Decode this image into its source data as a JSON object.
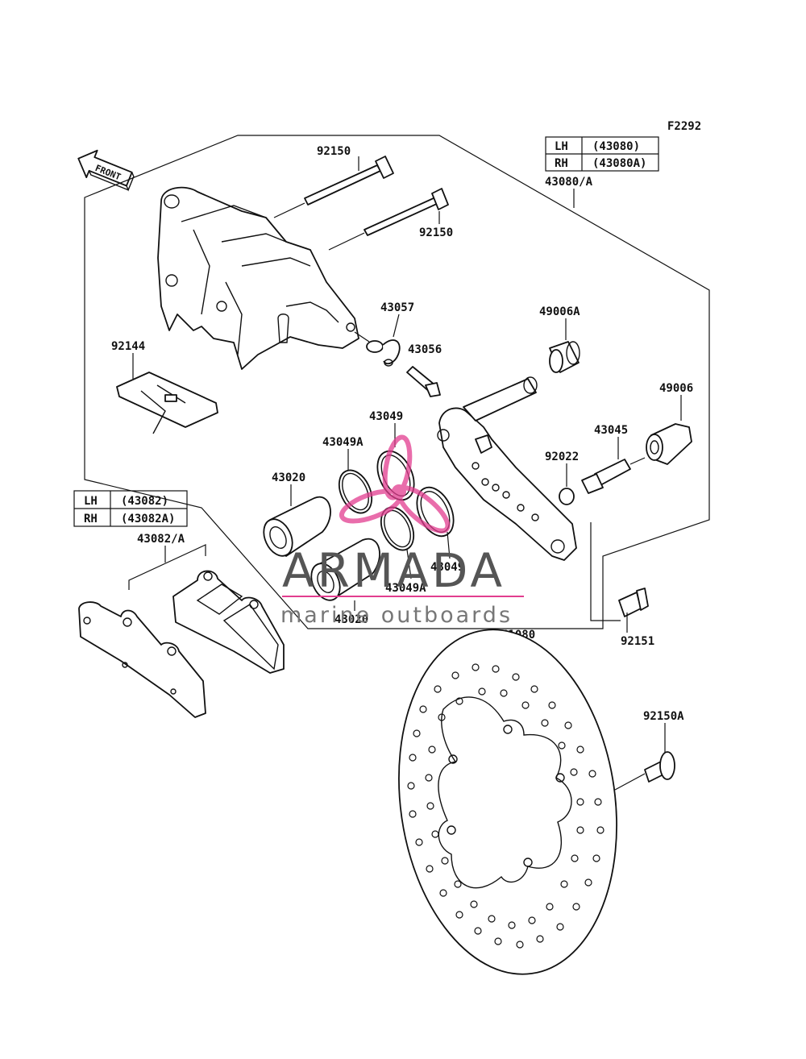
{
  "diagram_code": "F2292",
  "front_label": "FRONT",
  "caliper_table": {
    "rows": [
      {
        "side": "LH",
        "part": "(43080)"
      },
      {
        "side": "RH",
        "part": "(43080A)"
      }
    ],
    "assembly": "43080/A"
  },
  "pad_table": {
    "rows": [
      {
        "side": "LH",
        "part": "(43082)"
      },
      {
        "side": "RH",
        "part": "(43082A)"
      }
    ],
    "assembly": "43082/A"
  },
  "labels": {
    "pin_top": "92150",
    "pin_lower": "92150",
    "spring": "92144",
    "bleeder_cap": "43057",
    "bleeder_valve": "43056",
    "boot_a": "49006A",
    "boot": "49006",
    "seal_49_top": "43049",
    "seal_49a_top": "43049A",
    "piston_top": "43020",
    "sleeve": "43045",
    "washer": "92022",
    "seal_49_low": "43049",
    "seal_49a_low": "43049A",
    "piston_low": "43020",
    "bolt": "92151",
    "disc": "41080",
    "disc_bolt": "92150A"
  },
  "watermark": {
    "title": "ARMADA",
    "subtitle": "marine outboards",
    "color": "#e23d8f"
  }
}
